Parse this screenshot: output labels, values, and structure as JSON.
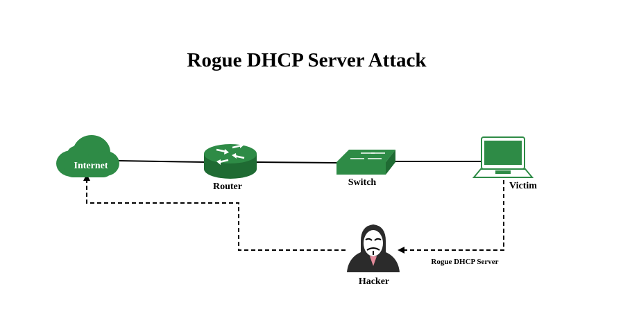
{
  "diagram": {
    "title": "Rogue DHCP Server Attack",
    "nodes": {
      "internet": {
        "label": "Internet",
        "icon": "cloud-icon"
      },
      "router": {
        "label": "Router",
        "icon": "router-icon"
      },
      "switch": {
        "label": "Switch",
        "icon": "switch-icon"
      },
      "victim": {
        "label": "Victim",
        "icon": "laptop-icon"
      },
      "hacker": {
        "label": "Hacker",
        "icon": "hacker-icon"
      }
    },
    "edges": [
      {
        "from": "internet",
        "to": "router",
        "style": "solid"
      },
      {
        "from": "router",
        "to": "switch",
        "style": "solid"
      },
      {
        "from": "switch",
        "to": "victim",
        "style": "solid"
      },
      {
        "from": "victim",
        "to": "hacker",
        "style": "dashed-arrow",
        "label": "Rogue DHCP Server"
      },
      {
        "from": "hacker",
        "to": "internet",
        "style": "dashed-arrow"
      }
    ],
    "colors": {
      "accent_green": "#2e8b46",
      "dark_green": "#1f6b33",
      "line": "#000000"
    }
  }
}
